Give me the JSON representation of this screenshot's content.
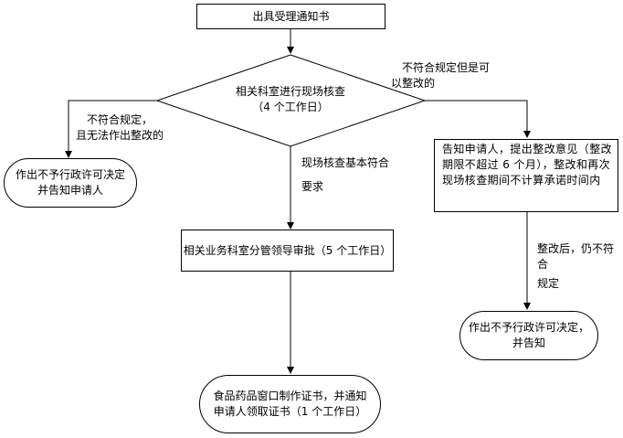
{
  "nodes": {
    "issue_notice": "出具受理通知书",
    "inspection_line1": "相关科室进行现场核查",
    "inspection_line2": "（4 个工作日）",
    "reject_left_line1": "作出不予行政许可决定",
    "reject_left_line2": "并告知申请人",
    "approval": "相关业务科室分管领导审批（5 个工作日）",
    "certificate_line1": "食品药品窗口制作证书，并通知",
    "certificate_line2": "申请人领取证书（1 个工作日）",
    "notify_rectify": "告知申请人，提出整改意见（整改期限不超过 6 个月），整改和再次现场核查期间不计算承诺时间内",
    "reject_right_line1": "作出不予行政许可决定，",
    "reject_right_line2": "并告知"
  },
  "edges": {
    "not_compliant_line1": "不符合规定，",
    "not_compliant_line2": "且无法作出整改的",
    "rectifiable_line1": "不符合规定但是可",
    "rectifiable_line2": "以整改的",
    "basic_compliant_line1": "现场核查基本符合",
    "basic_compliant_line2": "要求",
    "still_non_compliant_line1": "整改后，仍不符合",
    "still_non_compliant_line2": "规定"
  }
}
